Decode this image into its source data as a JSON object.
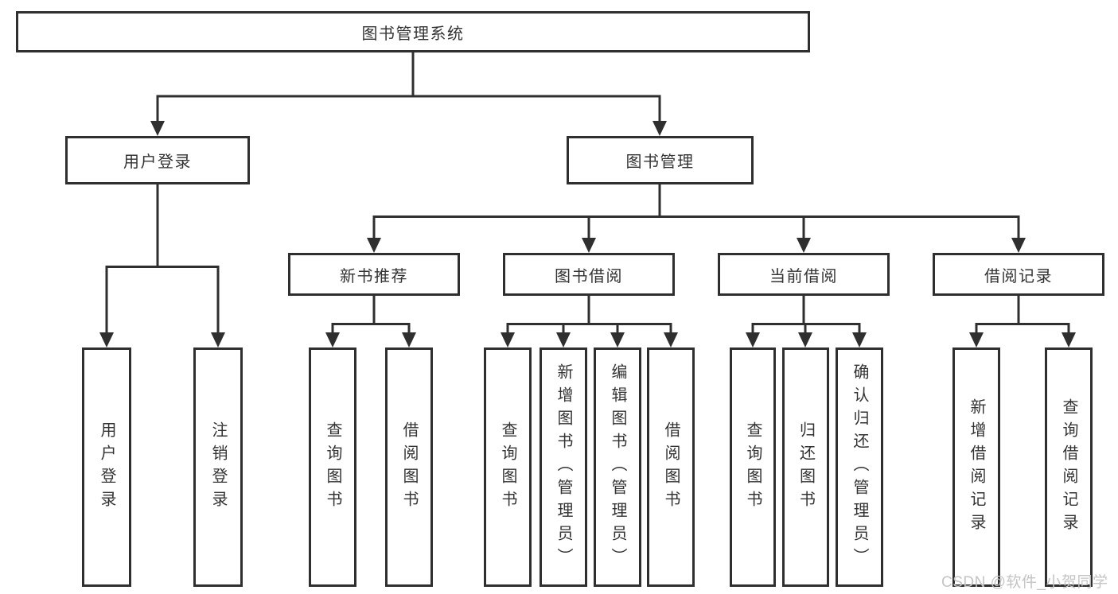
{
  "diagram": {
    "root": {
      "label": "图书管理系统"
    },
    "branches": [
      {
        "label": "用户登录",
        "leaves": [
          {
            "label": "用户登录"
          },
          {
            "label": "注销登录"
          }
        ]
      },
      {
        "label": "图书管理",
        "groups": [
          {
            "label": "新书推荐",
            "leaves": [
              {
                "label": "查询图书"
              },
              {
                "label": "借阅图书"
              }
            ]
          },
          {
            "label": "图书借阅",
            "leaves": [
              {
                "label": "查询图书"
              },
              {
                "label": "新增图书（管理员）"
              },
              {
                "label": "编辑图书（管理员）"
              },
              {
                "label": "借阅图书"
              }
            ]
          },
          {
            "label": "当前借阅",
            "leaves": [
              {
                "label": "查询图书"
              },
              {
                "label": "归还图书"
              },
              {
                "label": "确认归还（管理员）"
              }
            ]
          },
          {
            "label": "借阅记录",
            "leaves": [
              {
                "label": "新增借阅记录"
              },
              {
                "label": "查询借阅记录"
              }
            ]
          }
        ]
      }
    ]
  },
  "watermark": {
    "text": "CSDN @软件_小贺同学"
  },
  "colors": {
    "line": "#2f2f2f",
    "text": "#333333",
    "watermark": "#c4c4c4"
  }
}
